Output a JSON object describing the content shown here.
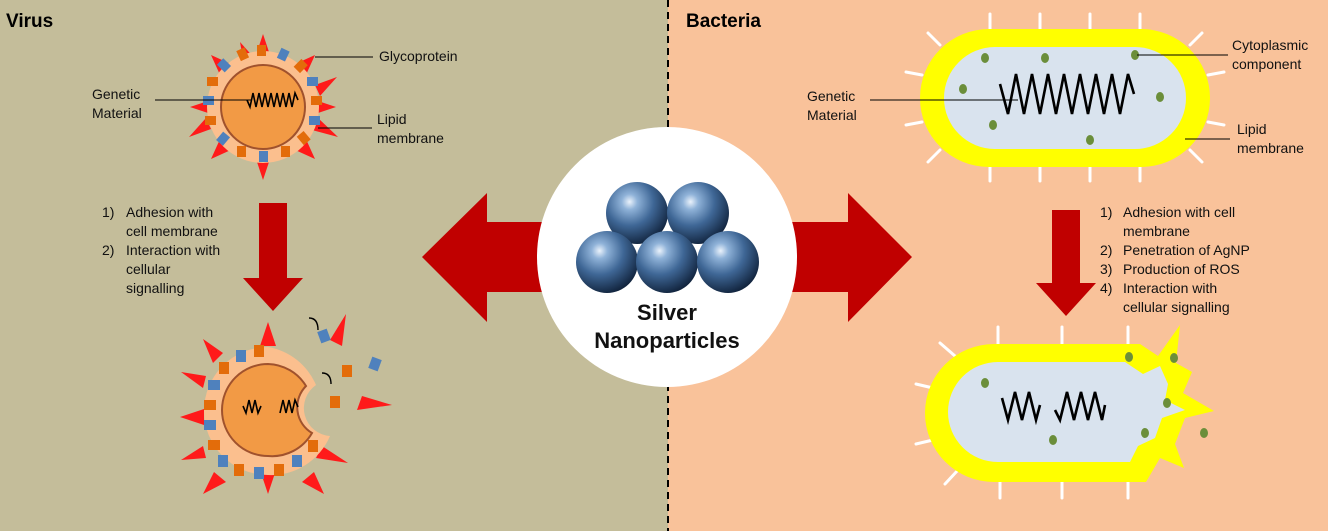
{
  "virus": {
    "title": "Virus",
    "labels": {
      "glycoprotein": "Glycoprotein",
      "genetic_1": "Genetic",
      "genetic_2": "Material",
      "lipid_1": "Lipid",
      "lipid_2": "membrane"
    },
    "steps": [
      "1)",
      "Adhesion with",
      "cell membrane",
      "2)",
      "Interaction with",
      "cellular",
      "signalling"
    ]
  },
  "bacteria": {
    "title": "Bacteria",
    "labels": {
      "cyto_1": "Cytoplasmic",
      "cyto_2": "component",
      "genetic_1": "Genetic",
      "genetic_2": "Material",
      "lipid_1": "Lipid",
      "lipid_2": "membrane"
    },
    "steps": [
      "1)",
      "Adhesion with cell",
      "membrane",
      "2)",
      "Penetration of AgNP",
      "3)",
      "Production of ROS",
      "4)",
      "Interaction with",
      "cellular signalling"
    ]
  },
  "center": {
    "line1": "Silver",
    "line2": "Nanoparticles"
  },
  "colors": {
    "virus_bg": "#c4bd9a",
    "bacteria_bg": "#f9c29a",
    "arrow": "#c00000",
    "membrane_yellow": "#ffff00",
    "cytoplasm": "#d9e3ee",
    "virus_core": "#f29a45",
    "virus_envelope": "#fbbf8e",
    "spike": "#ff1a1a",
    "glyco_blue": "#4f81bd",
    "glyco_orange": "#e36c0a",
    "particle": "#4a74a6"
  }
}
